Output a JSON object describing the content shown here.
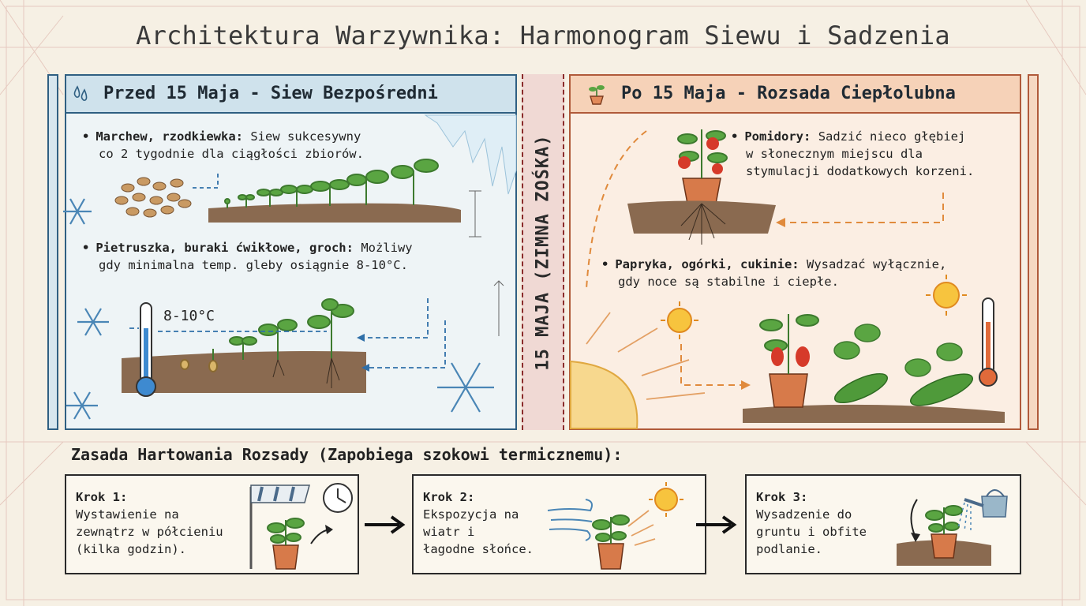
{
  "title": "Architektura Warzywnika: Harmonogram Siewu i Sadzenia",
  "colors": {
    "left_accent": "#2f5f82",
    "right_accent": "#b05a3a",
    "divider": "#8a2b2b",
    "soil": "#8a6a50",
    "leaf": "#4f9a3a"
  },
  "left_panel": {
    "header": "Przed 15 Maja - Siew Bezpośredni",
    "icon": "water-drops-icon",
    "items": [
      {
        "label": "Marchew, rzodkiewka:",
        "line1": "Siew sukcesywny",
        "line2": "co 2 tygodnie dla ciągłości zbiorów."
      },
      {
        "label": "Pietruszka, buraki ćwikłowe, groch:",
        "line1": "Możliwy",
        "line2": "gdy minimalna temp. gleby osiągnie 8-10°C."
      }
    ],
    "temp_label": "8-10°C"
  },
  "divider": {
    "text": "15 MAJA (ZIMNA ZOŚKA)"
  },
  "right_panel": {
    "header": "Po 15 Maja - Rozsada Ciepłolubna",
    "icon": "potted-plant-icon",
    "items": [
      {
        "label": "Pomidory:",
        "line1": "Sadzić nieco głębiej",
        "line2": "w słonecznym miejscu dla",
        "line3": "stymulacji dodatkowych korzeni."
      },
      {
        "label": "Papryka, ogórki, cukinie:",
        "line1": "Wysadzać wyłącznie,",
        "line2": "gdy noce są stabilne i ciepłe."
      }
    ]
  },
  "hardening": {
    "title": "Zasada Hartowania Rozsady (Zapobiega szokowi termicznemu):",
    "steps": [
      {
        "label": "Krok 1:",
        "lines": [
          "Wystawienie na",
          "zewnątrz w półcieniu",
          "(kilka godzin)."
        ]
      },
      {
        "label": "Krok 2:",
        "lines": [
          "Ekspozycja na",
          "wiatr i",
          "łagodne słońce."
        ]
      },
      {
        "label": "Krok 3:",
        "lines": [
          "Wysadzenie do",
          "gruntu i obfite",
          "podlanie."
        ]
      }
    ]
  }
}
